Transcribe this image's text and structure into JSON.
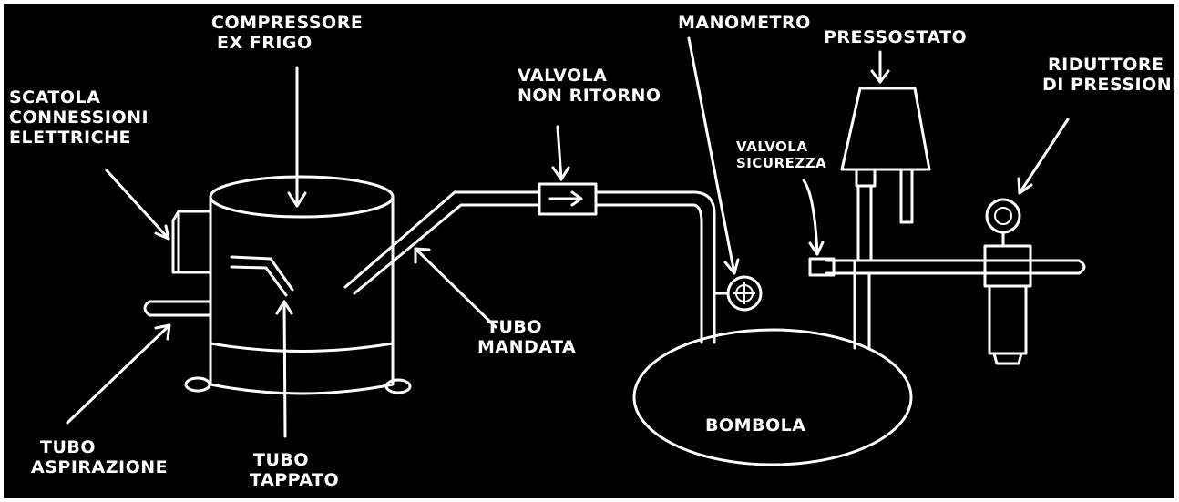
{
  "labels": {
    "compressore": [
      "COMPRESSORE",
      "EX FRIGO"
    ],
    "scatola": [
      "SCATOLA",
      "CONNESSIONI",
      "ELETTRICHE"
    ],
    "valvola_non_ritorno": [
      "VALVOLA",
      "NON RITORNO"
    ],
    "manometro": [
      "MANOMETRO"
    ],
    "pressostato": [
      "PRESSOSTATO"
    ],
    "riduttore": [
      "RIDUTTORE",
      "DI PRESSIONE"
    ],
    "valvola_sicurezza": [
      "VALVOLA",
      "SICUREZZA"
    ],
    "tubo_mandata": [
      "TUBO",
      "MANDATA"
    ],
    "bombola": [
      "BOMBOLA"
    ],
    "tubo_aspirazione": [
      "TUBO",
      "ASPIRAZIONE"
    ],
    "tubo_tappato": [
      "TUBO",
      "TAPPATO"
    ]
  },
  "colors": {
    "background": "#000000",
    "ink": "#ffffff",
    "frame": "#ffffff"
  }
}
